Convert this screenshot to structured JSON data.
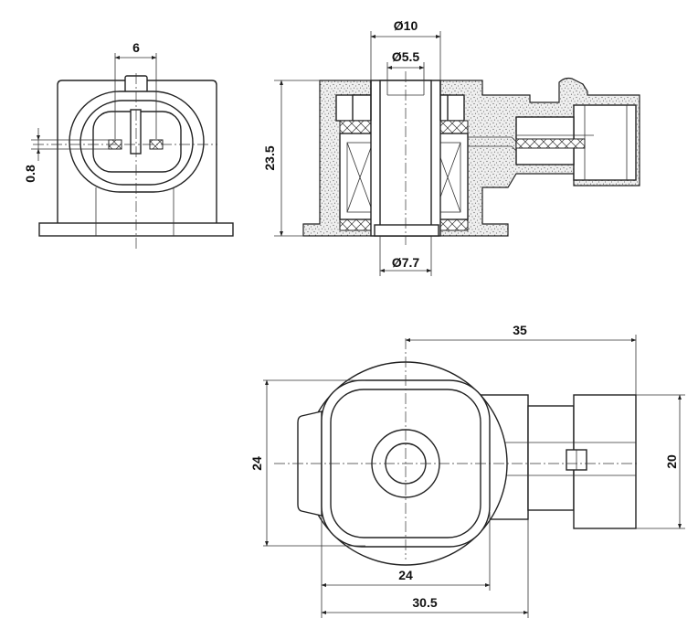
{
  "dimensions": {
    "front_pin_spacing": "6",
    "front_pin_thickness": "0.8",
    "section_outer_dia": "Ø10",
    "section_inner_dia": "Ø5.5",
    "section_bore_dia": "Ø7.7",
    "section_height": "23.5",
    "top_overall_length": "35",
    "top_body_height": "24",
    "top_connector_height": "20",
    "top_body_width": "24",
    "top_flange_width": "30.5"
  }
}
